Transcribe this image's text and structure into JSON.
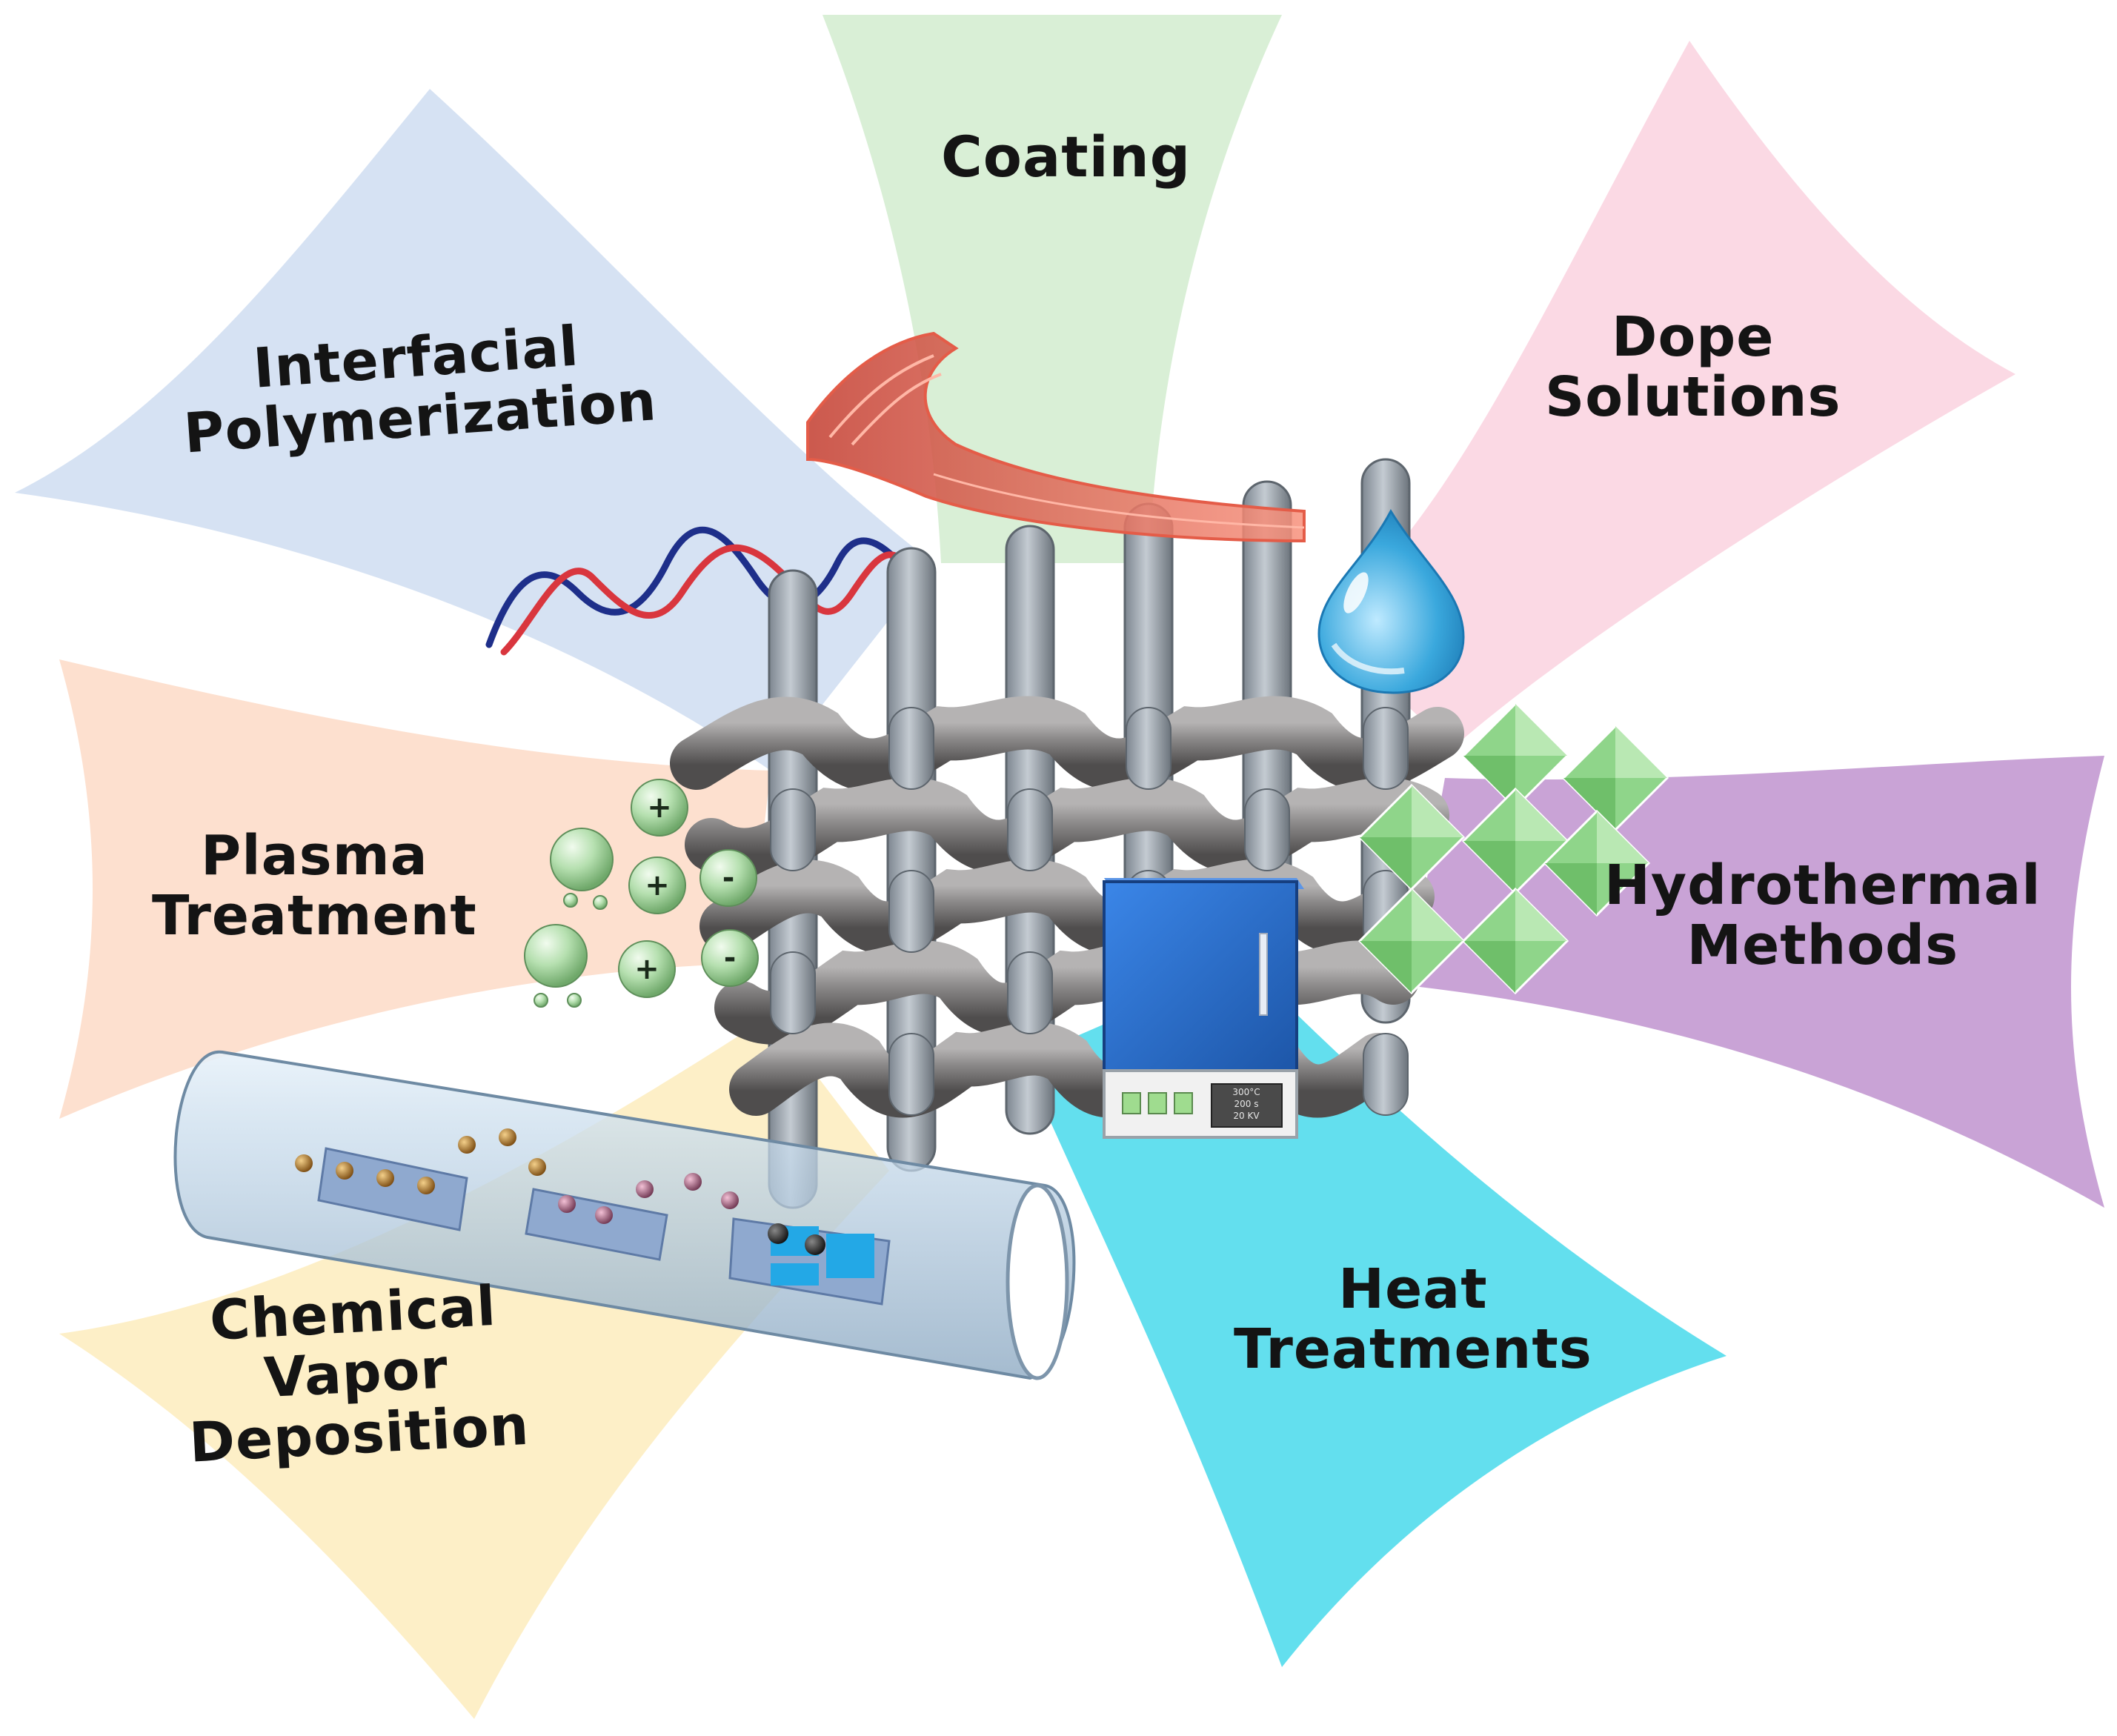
{
  "labels": {
    "coating": "Coating",
    "interfacial": [
      "Interfacial",
      "Polymerization"
    ],
    "dope": [
      "Dope",
      "Solutions"
    ],
    "plasma": [
      "Plasma",
      "Treatment"
    ],
    "hydrothermal": [
      "Hydrothermal",
      "Methods"
    ],
    "heat": [
      "Heat",
      "Treatments"
    ],
    "cvd": [
      "Chemical",
      "Vapor",
      "Deposition"
    ]
  },
  "plasma_charges": {
    "plus": "+",
    "minus": "-"
  },
  "furnace_display": [
    "300°C",
    "200 s",
    "20 KV"
  ],
  "colors": {
    "coating_fan": "#d9efd6",
    "interfacial_fan": "#d6e2f3",
    "dope_fan": "#fbd9e4",
    "plasma_fan": "#fde0cf",
    "hydrothermal_fan": "#c9a3d6",
    "heat_fan": "#63dfee",
    "cvd_fan": "#fdefc7",
    "mesh_fiber": "#8c8a8a",
    "furnace": "#2a6fd0",
    "droplet": "#3aa8dd",
    "crystal": "#8fd58a",
    "plasma_sphere": "#b6e0b0",
    "coating_film": "#f0806a"
  },
  "icons": [
    "dna-helix-icon",
    "water-droplet-icon",
    "furnace-icon",
    "octahedral-crystal-icon",
    "plasma-ion-icon",
    "cvd-tube-icon",
    "coating-film-icon",
    "woven-mesh-icon"
  ]
}
